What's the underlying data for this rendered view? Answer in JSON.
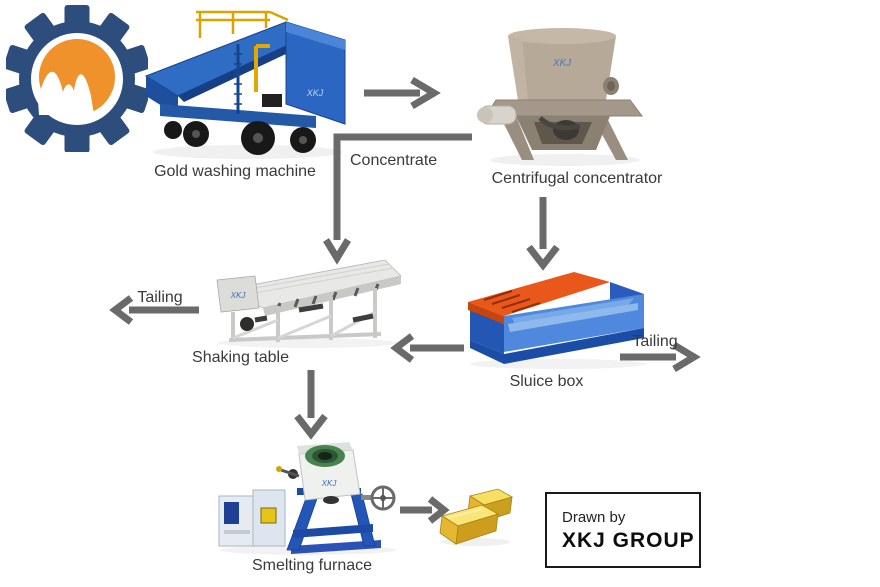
{
  "logo": {
    "gear_color": "#2d4d7c",
    "emblem_color": "#f0922b"
  },
  "brand": {
    "mark": "XKJ"
  },
  "nodes": [
    {
      "id": "gold-washing-machine",
      "label": "Gold washing machine"
    },
    {
      "id": "centrifugal-concentrator",
      "label": "Centrifugal concentrator"
    },
    {
      "id": "shaking-table",
      "label": "Shaking table"
    },
    {
      "id": "sluice-box",
      "label": "Sluice box"
    },
    {
      "id": "smelting-furnace",
      "label": "Smelting furnace"
    },
    {
      "id": "gold-bars",
      "label": ""
    }
  ],
  "edges": [
    {
      "from": "gold-washing-machine",
      "to": "centrifugal-concentrator",
      "label": ""
    },
    {
      "from": "centrifugal-concentrator",
      "to": "shaking-table",
      "label": "Concentrate"
    },
    {
      "from": "centrifugal-concentrator",
      "to": "sluice-box",
      "label": ""
    },
    {
      "from": "sluice-box",
      "to": "shaking-table",
      "label": ""
    },
    {
      "from": "shaking-table",
      "to": "tailing-out-left",
      "label": "Tailing"
    },
    {
      "from": "sluice-box",
      "to": "tailing-out-right",
      "label": "Tailing"
    },
    {
      "from": "shaking-table",
      "to": "smelting-furnace",
      "label": ""
    },
    {
      "from": "smelting-furnace",
      "to": "gold-bars",
      "label": ""
    }
  ],
  "credit": {
    "prefix": "Drawn by",
    "name": "XKJ GROUP"
  },
  "colors": {
    "arrow": "#6a6a6a",
    "text": "#3a3a3a",
    "machine_blue": "#2b66c2",
    "sluice_orange": "#e9571b",
    "concentrator_tan": "#b7a998",
    "gold": "#e2b532"
  }
}
